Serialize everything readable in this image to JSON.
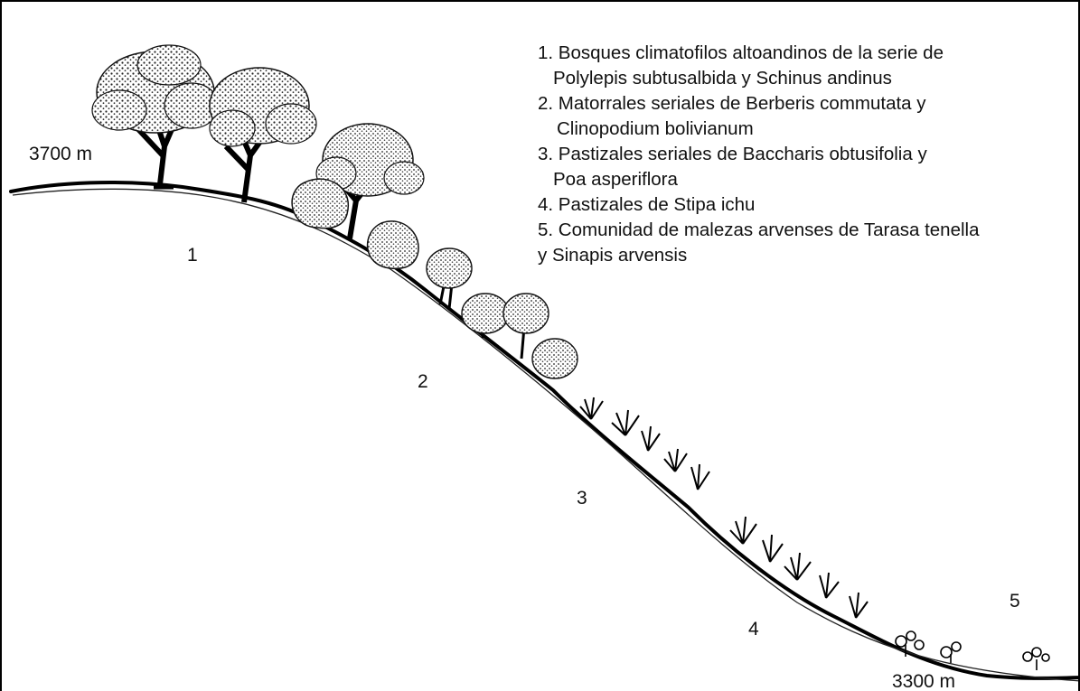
{
  "diagram": {
    "elevation_top": "3700 m",
    "elevation_bottom": "3300 m",
    "zone_labels": [
      "1",
      "2",
      "3",
      "4",
      "5"
    ],
    "legend": [
      {
        "line1": "1. Bosques climatofilos altoandinos de la serie de",
        "line2": "Polylepis subtusalbida y Schinus andinus"
      },
      {
        "line1": "2. Matorrales seriales de Berberis commutata y",
        "line2": "Clinopodium bolivianum"
      },
      {
        "line1": "3. Pastizales seriales de Baccharis obtusifolia y",
        "line2": "Poa asperiflora"
      },
      {
        "line1": "4. Pastizales de Stipa ichu",
        "line2": ""
      },
      {
        "line1": "5. Comunidad de malezas arvenses de Tarasa tenella",
        "line2": "y  Sinapis arvensis"
      }
    ]
  }
}
